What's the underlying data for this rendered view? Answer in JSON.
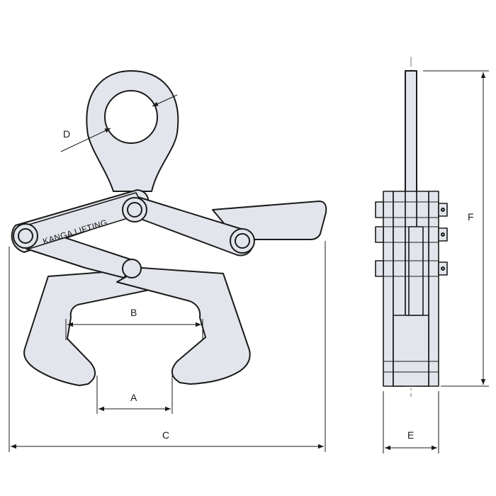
{
  "brand_text": "KANGA LIFTING",
  "dimensions": {
    "a": "A",
    "b": "B",
    "c": "C",
    "d": "D",
    "e": "E",
    "f": "F"
  },
  "colors": {
    "steel": "#e3e5ec",
    "outline": "#1a1a1a"
  }
}
